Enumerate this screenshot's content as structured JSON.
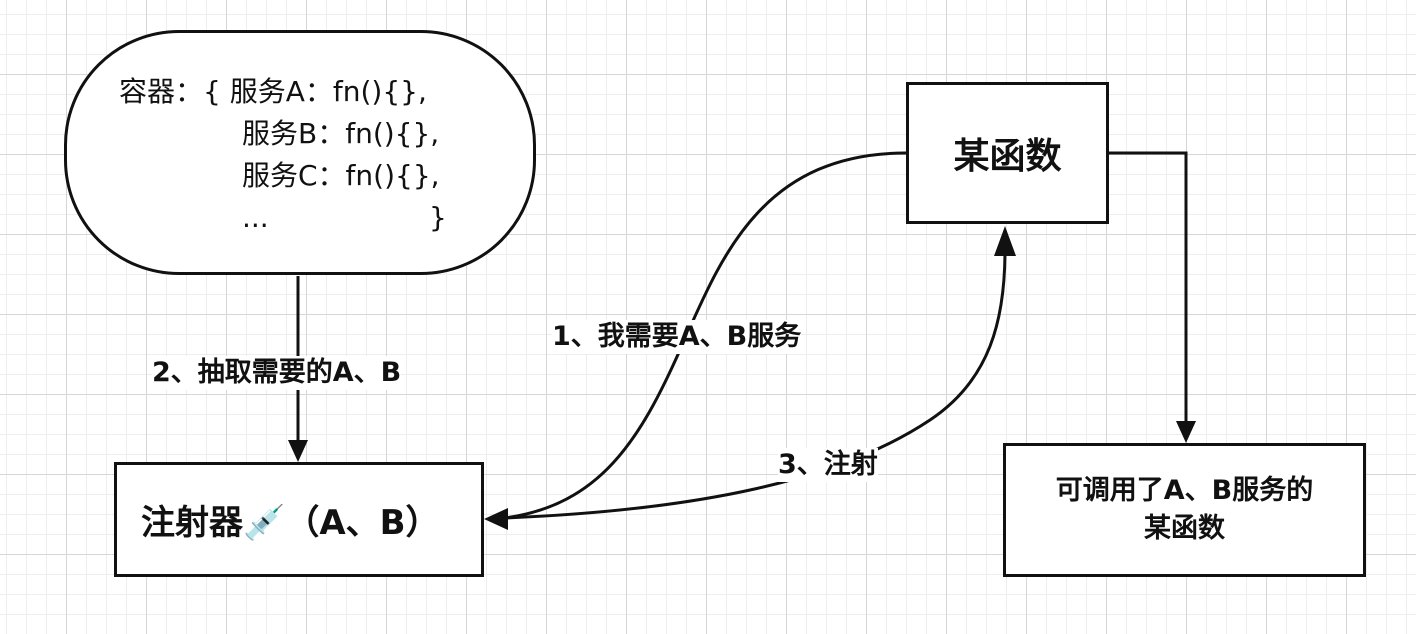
{
  "container": {
    "lines": [
      "容器：{ 服务A：fn(){},",
      "服务B：fn(){},",
      "服务C：fn(){},",
      "...",
      "}"
    ]
  },
  "function_box": {
    "label": "某函数"
  },
  "injector_box": {
    "label": "注射器💉（A、B）"
  },
  "result_box": {
    "line1": "可调用了A、B服务的",
    "line2": "某函数"
  },
  "edge_labels": {
    "step1": "1、我需要A、B服务",
    "step2": "2、抽取需要的A、B",
    "step3": "3、注射"
  }
}
